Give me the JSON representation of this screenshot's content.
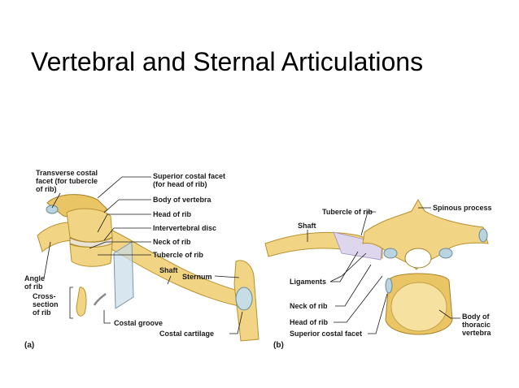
{
  "slide": {
    "title": "Vertebral and Sternal Articulations"
  },
  "panel_a": {
    "letter": "(a)",
    "labels": {
      "transverse_costal_1": "Transverse costal",
      "transverse_costal_2": "facet (for tubercle",
      "transverse_costal_3": "of rib)",
      "superior_costal_1": "Superior costal facet",
      "superior_costal_2": "(for head of rib)",
      "body_of_vertebra": "Body of vertebra",
      "head_of_rib": "Head of rib",
      "intervertebral_disc": "Intervertebral disc",
      "neck_of_rib": "Neck of rib",
      "tubercle_of_rib": "Tubercle of rib",
      "shaft": "Shaft",
      "sternum": "Sternum",
      "angle_of_rib_1": "Angle",
      "angle_of_rib_2": "of rib",
      "cross_section_1": "Cross-",
      "cross_section_2": "section",
      "cross_section_3": "of rib",
      "costal_groove": "Costal groove",
      "costal_cartilage": "Costal cartilage"
    }
  },
  "panel_b": {
    "letter": "(b)",
    "labels": {
      "tubercle_of_rib": "Tubercle of rib",
      "spinous_process": "Spinous process",
      "shaft": "Shaft",
      "ligaments": "Ligaments",
      "neck_of_rib": "Neck of rib",
      "head_of_rib": "Head of rib",
      "superior_costal_facet": "Superior costal facet",
      "body_thoracic_1": "Body of",
      "body_thoracic_2": "thoracic",
      "body_thoracic_3": "vertebra"
    }
  }
}
